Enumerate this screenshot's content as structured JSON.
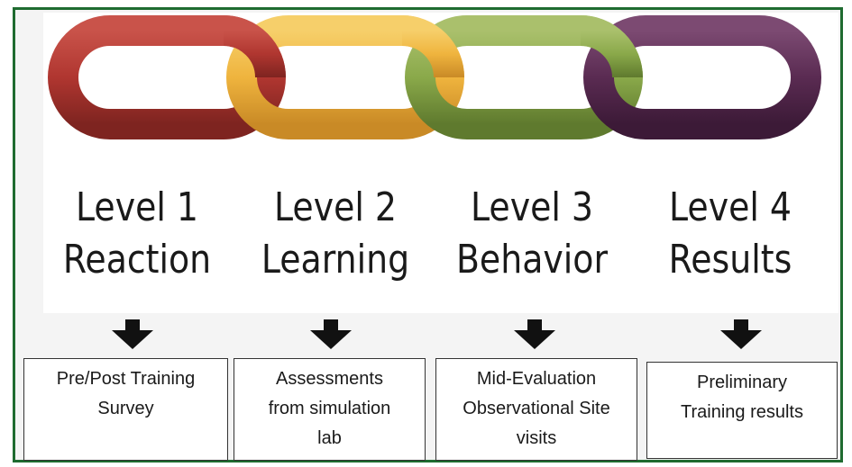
{
  "levels": [
    {
      "number": "Level 1",
      "name": "Reaction",
      "color": "#b73a34"
    },
    {
      "number": "Level 2",
      "name": "Learning",
      "color": "#f0b844"
    },
    {
      "number": "Level 3",
      "name": "Behavior",
      "color": "#8fae4e"
    },
    {
      "number": "Level 4",
      "name": "Results",
      "color": "#5e2e55"
    }
  ],
  "methods": [
    {
      "lines": [
        "Pre/Post Training",
        "Survey"
      ]
    },
    {
      "lines": [
        "Assessments",
        "from simulation",
        "lab"
      ]
    },
    {
      "lines": [
        "Mid-Evaluation",
        "Observational Site",
        "visits"
      ]
    },
    {
      "lines": [
        "Preliminary",
        "Training results"
      ]
    }
  ],
  "colors": {
    "frame": "#1f6b30",
    "arrow": "#111111"
  }
}
